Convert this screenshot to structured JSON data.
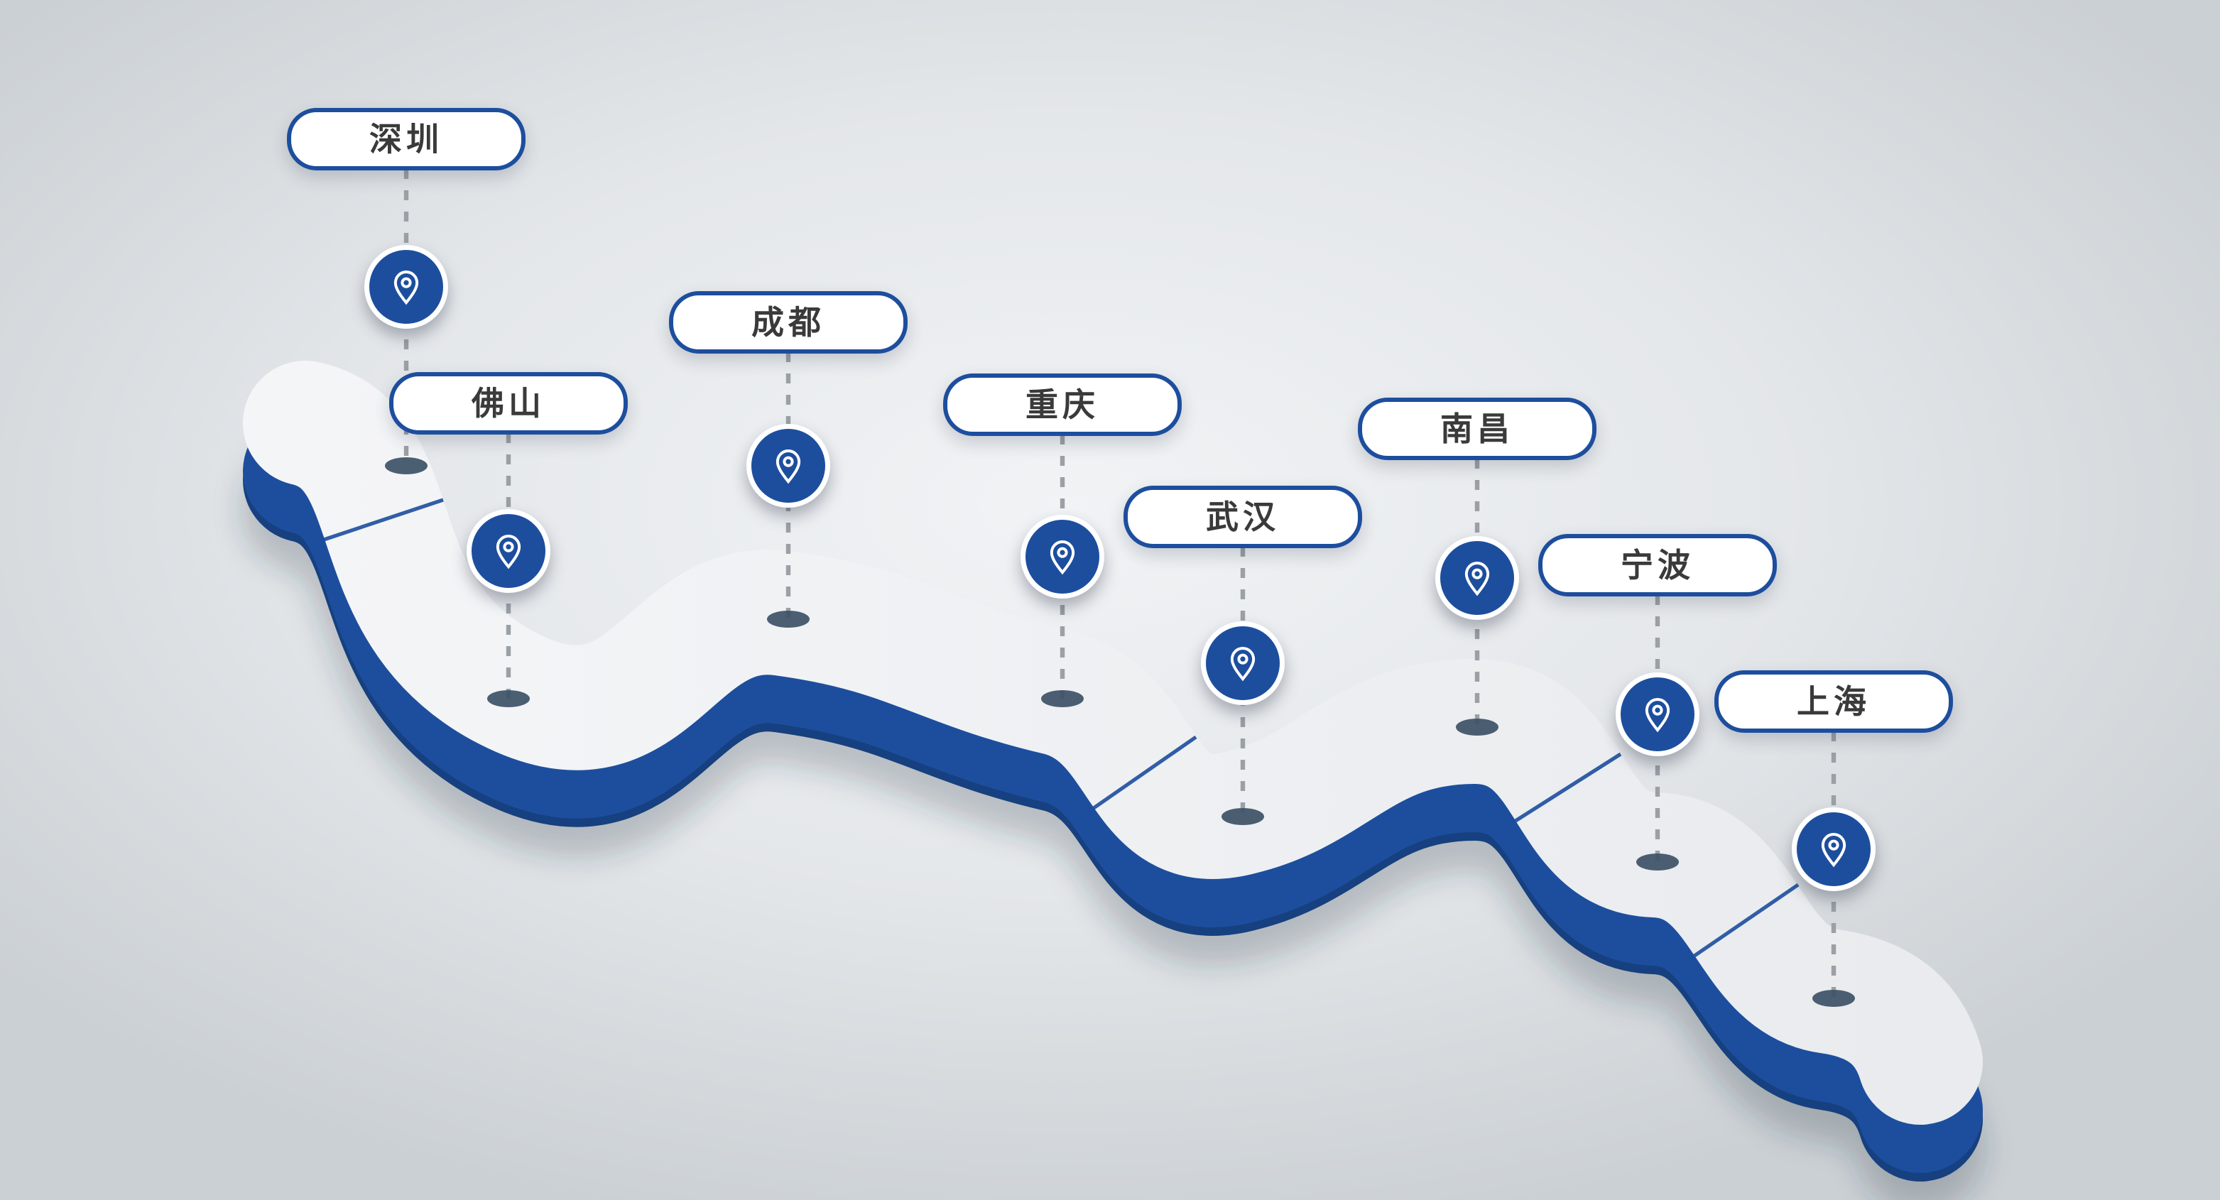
{
  "diagram": {
    "type": "route-roadmap",
    "cities": [
      {
        "name": "深圳"
      },
      {
        "name": "佛山"
      },
      {
        "name": "成都"
      },
      {
        "name": "重庆"
      },
      {
        "name": "武汉"
      },
      {
        "name": "南昌"
      },
      {
        "name": "宁波"
      },
      {
        "name": "上海"
      }
    ]
  },
  "icons": {
    "pin": "location-pin-icon"
  },
  "colors": {
    "accent_blue": "#1d4e9e",
    "road_side_dark": "#16407f",
    "road_top": "#eef0f2",
    "dash_gray": "#9aa0a6",
    "label_text": "#3a3a3a",
    "dot_dark": "#3d5166"
  }
}
